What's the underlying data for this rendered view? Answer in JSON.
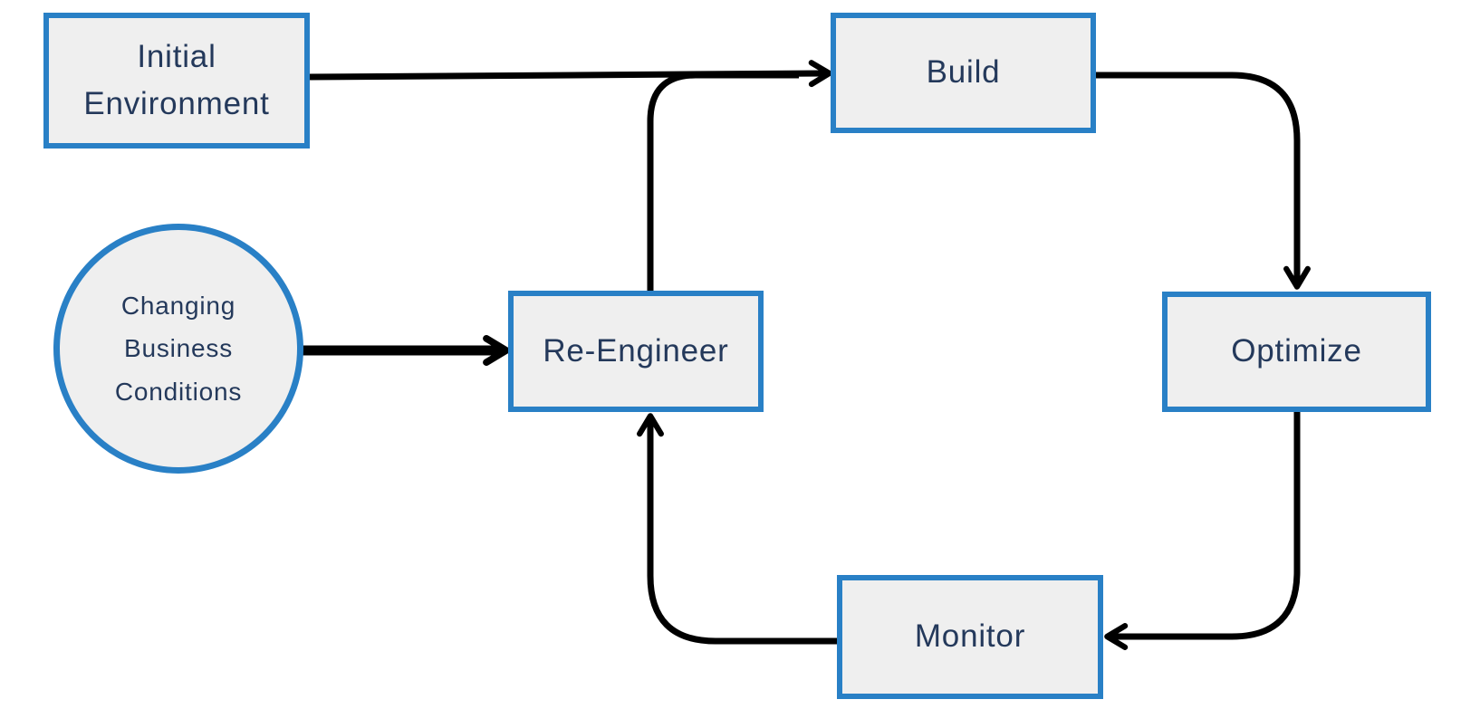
{
  "diagram": {
    "nodes": {
      "initial_environment": {
        "label": "Initial Environment",
        "shape": "rectangle"
      },
      "changing_business_conditions": {
        "label": "Changing Business Conditions",
        "shape": "circle"
      },
      "build": {
        "label": "Build",
        "shape": "rectangle"
      },
      "re_engineer": {
        "label": "Re-Engineer",
        "shape": "rectangle"
      },
      "optimize": {
        "label": "Optimize",
        "shape": "rectangle"
      },
      "monitor": {
        "label": "Monitor",
        "shape": "rectangle"
      }
    },
    "edges": [
      {
        "from": "Initial Environment",
        "to": "Build",
        "style": "arrow"
      },
      {
        "from": "Re-Engineer",
        "to": "Build",
        "style": "arrow",
        "note": "merges into same arrowhead as Initial Environment edge"
      },
      {
        "from": "Changing Business Conditions",
        "to": "Re-Engineer",
        "style": "thick-arrow"
      },
      {
        "from": "Build",
        "to": "Optimize",
        "style": "arrow"
      },
      {
        "from": "Optimize",
        "to": "Monitor",
        "style": "arrow"
      },
      {
        "from": "Monitor",
        "to": "Re-Engineer",
        "style": "arrow"
      }
    ],
    "colors": {
      "node_border": "#2980c6",
      "node_fill": "#efefef",
      "node_text": "#24395b",
      "connector": "#000000",
      "background": "#ffffff"
    }
  }
}
